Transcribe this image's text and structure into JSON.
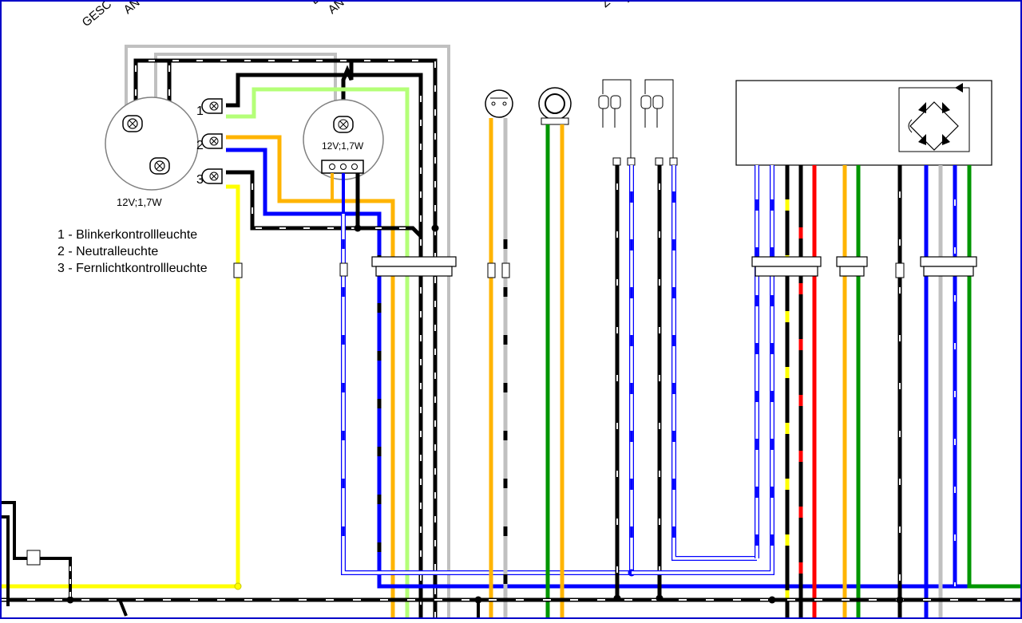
{
  "diagram": {
    "top_labels": [
      "GESC",
      "AN",
      "LE",
      "AN",
      "Z",
      "L"
    ],
    "lamp_rating_left": "12V;1,7W",
    "lamp_rating_center": "12V;1,7W",
    "pin_labels": [
      "1",
      "2",
      "3"
    ],
    "legend": [
      "1 - Blinkerkontrollleuchte",
      "2 - Neutralleuchte",
      "3 - Fernlichtkontrollleuchte"
    ]
  },
  "colors": {
    "black": "#000000",
    "white_wire": "#ffffff",
    "gray": "#c0c0c0",
    "yellow": "#ffff00",
    "orange": "#ffb400",
    "blue": "#0000ff",
    "light_green": "#b4ff78",
    "green": "#009600",
    "red": "#ff0000",
    "border_blue": "#0000c8"
  }
}
